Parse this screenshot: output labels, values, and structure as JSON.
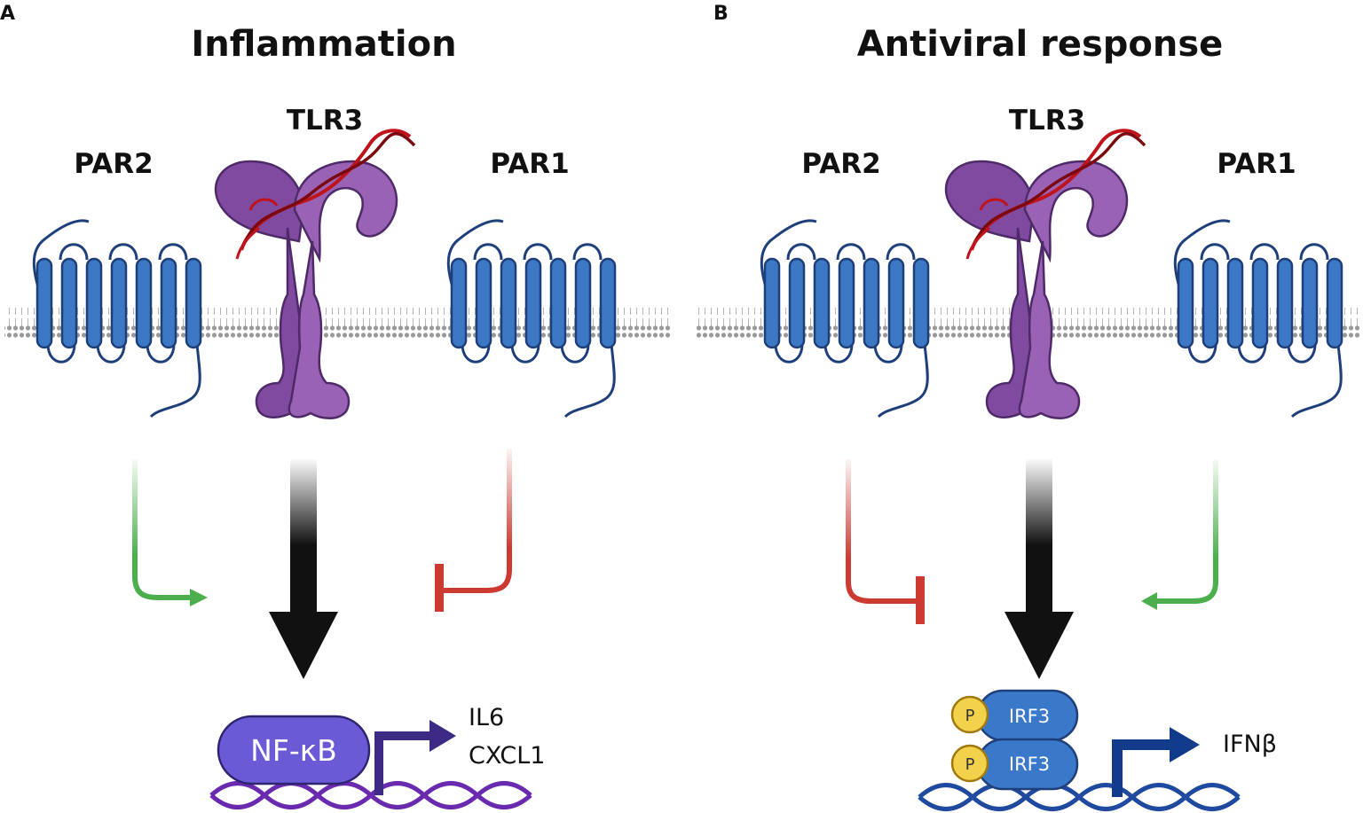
{
  "panels": [
    {
      "letter": "A",
      "title": "Inflammation",
      "receptors": {
        "left": "PAR2",
        "center": "TLR3",
        "right": "PAR1"
      },
      "effects": {
        "left": "activation",
        "center": "activation",
        "right": "inhibition"
      },
      "transcription_factor": "NF-κB",
      "genes": [
        "IL6",
        "CXCL1"
      ]
    },
    {
      "letter": "B",
      "title": "Antiviral response",
      "receptors": {
        "left": "PAR2",
        "center": "TLR3",
        "right": "PAR1"
      },
      "effects": {
        "left": "inhibition",
        "center": "activation",
        "right": "activation"
      },
      "transcription_factor": "IRF3",
      "phospho": "P",
      "genes": [
        "IFNβ"
      ]
    }
  ],
  "colors": {
    "receptor_blue": "#3d78c4",
    "receptor_stroke": "#1f3f7a",
    "tlr3_purple": "#8e5aa8",
    "rna_red": "#c0141c",
    "activation_green": "#4cae4c",
    "inhibition_red": "#cc3a32",
    "nfkb_fill": "#6a5ad6",
    "irf3_fill": "#3a78c9",
    "phospho_yellow": "#f2d24a"
  }
}
